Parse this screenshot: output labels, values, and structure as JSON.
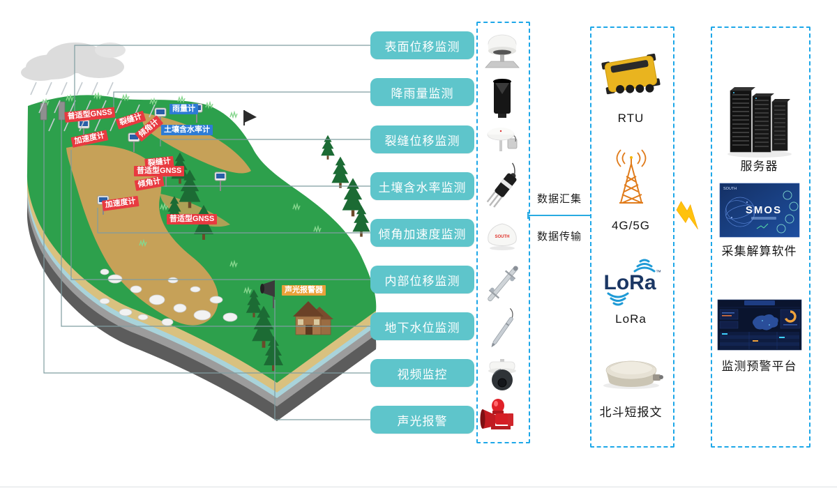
{
  "monitoring": {
    "items": [
      "表面位移监测",
      "降雨量监测",
      "裂缝位移监测",
      "土壤含水率监测",
      "倾角加速度监测",
      "内部位移监测",
      "地下水位监测",
      "视频监控",
      "声光报警"
    ]
  },
  "terrain": {
    "sensor_labels": [
      {
        "text": "普适型GNSS",
        "color": "red"
      },
      {
        "text": "雨量计",
        "color": "blue"
      },
      {
        "text": "裂缝计",
        "color": "red"
      },
      {
        "text": "土壤含水率计",
        "color": "blue"
      },
      {
        "text": "加速度计",
        "color": "red"
      },
      {
        "text": "倾角计",
        "color": "red"
      },
      {
        "text": "裂缝计",
        "color": "red"
      },
      {
        "text": "普适型GNSS",
        "color": "red"
      },
      {
        "text": "倾角计",
        "color": "red"
      },
      {
        "text": "加速度计",
        "color": "red"
      },
      {
        "text": "普适型GNSS",
        "color": "red"
      },
      {
        "text": "声光报警器",
        "color": "orange"
      }
    ]
  },
  "devices": {
    "icons": [
      "gnss-receiver",
      "rain-gauge",
      "crack-displacement-antenna",
      "soil-moisture-sensor",
      "tilt-acceleration-sensor",
      "borehole-inclinometer",
      "water-level-sensor",
      "ptz-camera",
      "sound-light-alarm"
    ],
    "tilt_brand": "SOUTH"
  },
  "flow": {
    "aggregate_label": "数据汇集",
    "transmit_label": "数据传输"
  },
  "comms": {
    "rtu_label": "RTU",
    "cellular_label": "4G/5G",
    "lora_logo": "LoRa",
    "lora_tm": "™",
    "lora_label": "LoRa",
    "beidou_label": "北斗短报文"
  },
  "platform": {
    "server_label": "服务器",
    "software_label": "采集解算软件",
    "software_vendor": "SOUTH",
    "software_brand": "SMOS",
    "warning_label": "监测预警平台"
  },
  "colors": {
    "pill_teal": "#5ec5cb",
    "dashed_blue": "#1da7e8",
    "chip_red": "#e83a40",
    "chip_blue": "#2e7cd6",
    "chip_orange": "#eaa23b",
    "bolt_yellow": "#ffc20e",
    "flow_line_blue": "#29abe2"
  }
}
